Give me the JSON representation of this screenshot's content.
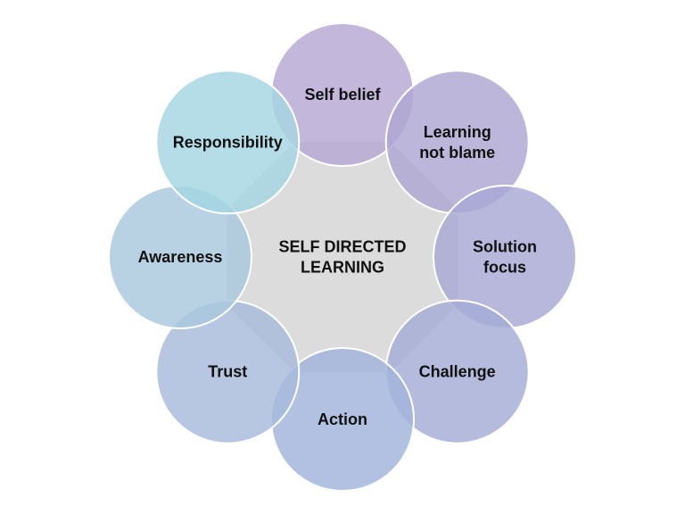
{
  "diagram": {
    "center": {
      "lines": [
        "SELF DIRECTED",
        "LEARNING"
      ],
      "color": "#dcdcdc"
    },
    "nodes": [
      {
        "lines": [
          "Self belief"
        ],
        "color": "#b6a8d3"
      },
      {
        "lines": [
          "Learning",
          "not blame"
        ],
        "color": "#aea6d3"
      },
      {
        "lines": [
          "Solution",
          "focus"
        ],
        "color": "#a8a8d6"
      },
      {
        "lines": [
          "Challenge"
        ],
        "color": "#a3acd6"
      },
      {
        "lines": [
          "Action"
        ],
        "color": "#a1b3da"
      },
      {
        "lines": [
          "Trust"
        ],
        "color": "#a7bbdc"
      },
      {
        "lines": [
          "Awareness"
        ],
        "color": "#a8c8de"
      },
      {
        "lines": [
          "Responsibility"
        ],
        "color": "#a5d6e2"
      }
    ],
    "ring_stroke": "#ffffff"
  }
}
